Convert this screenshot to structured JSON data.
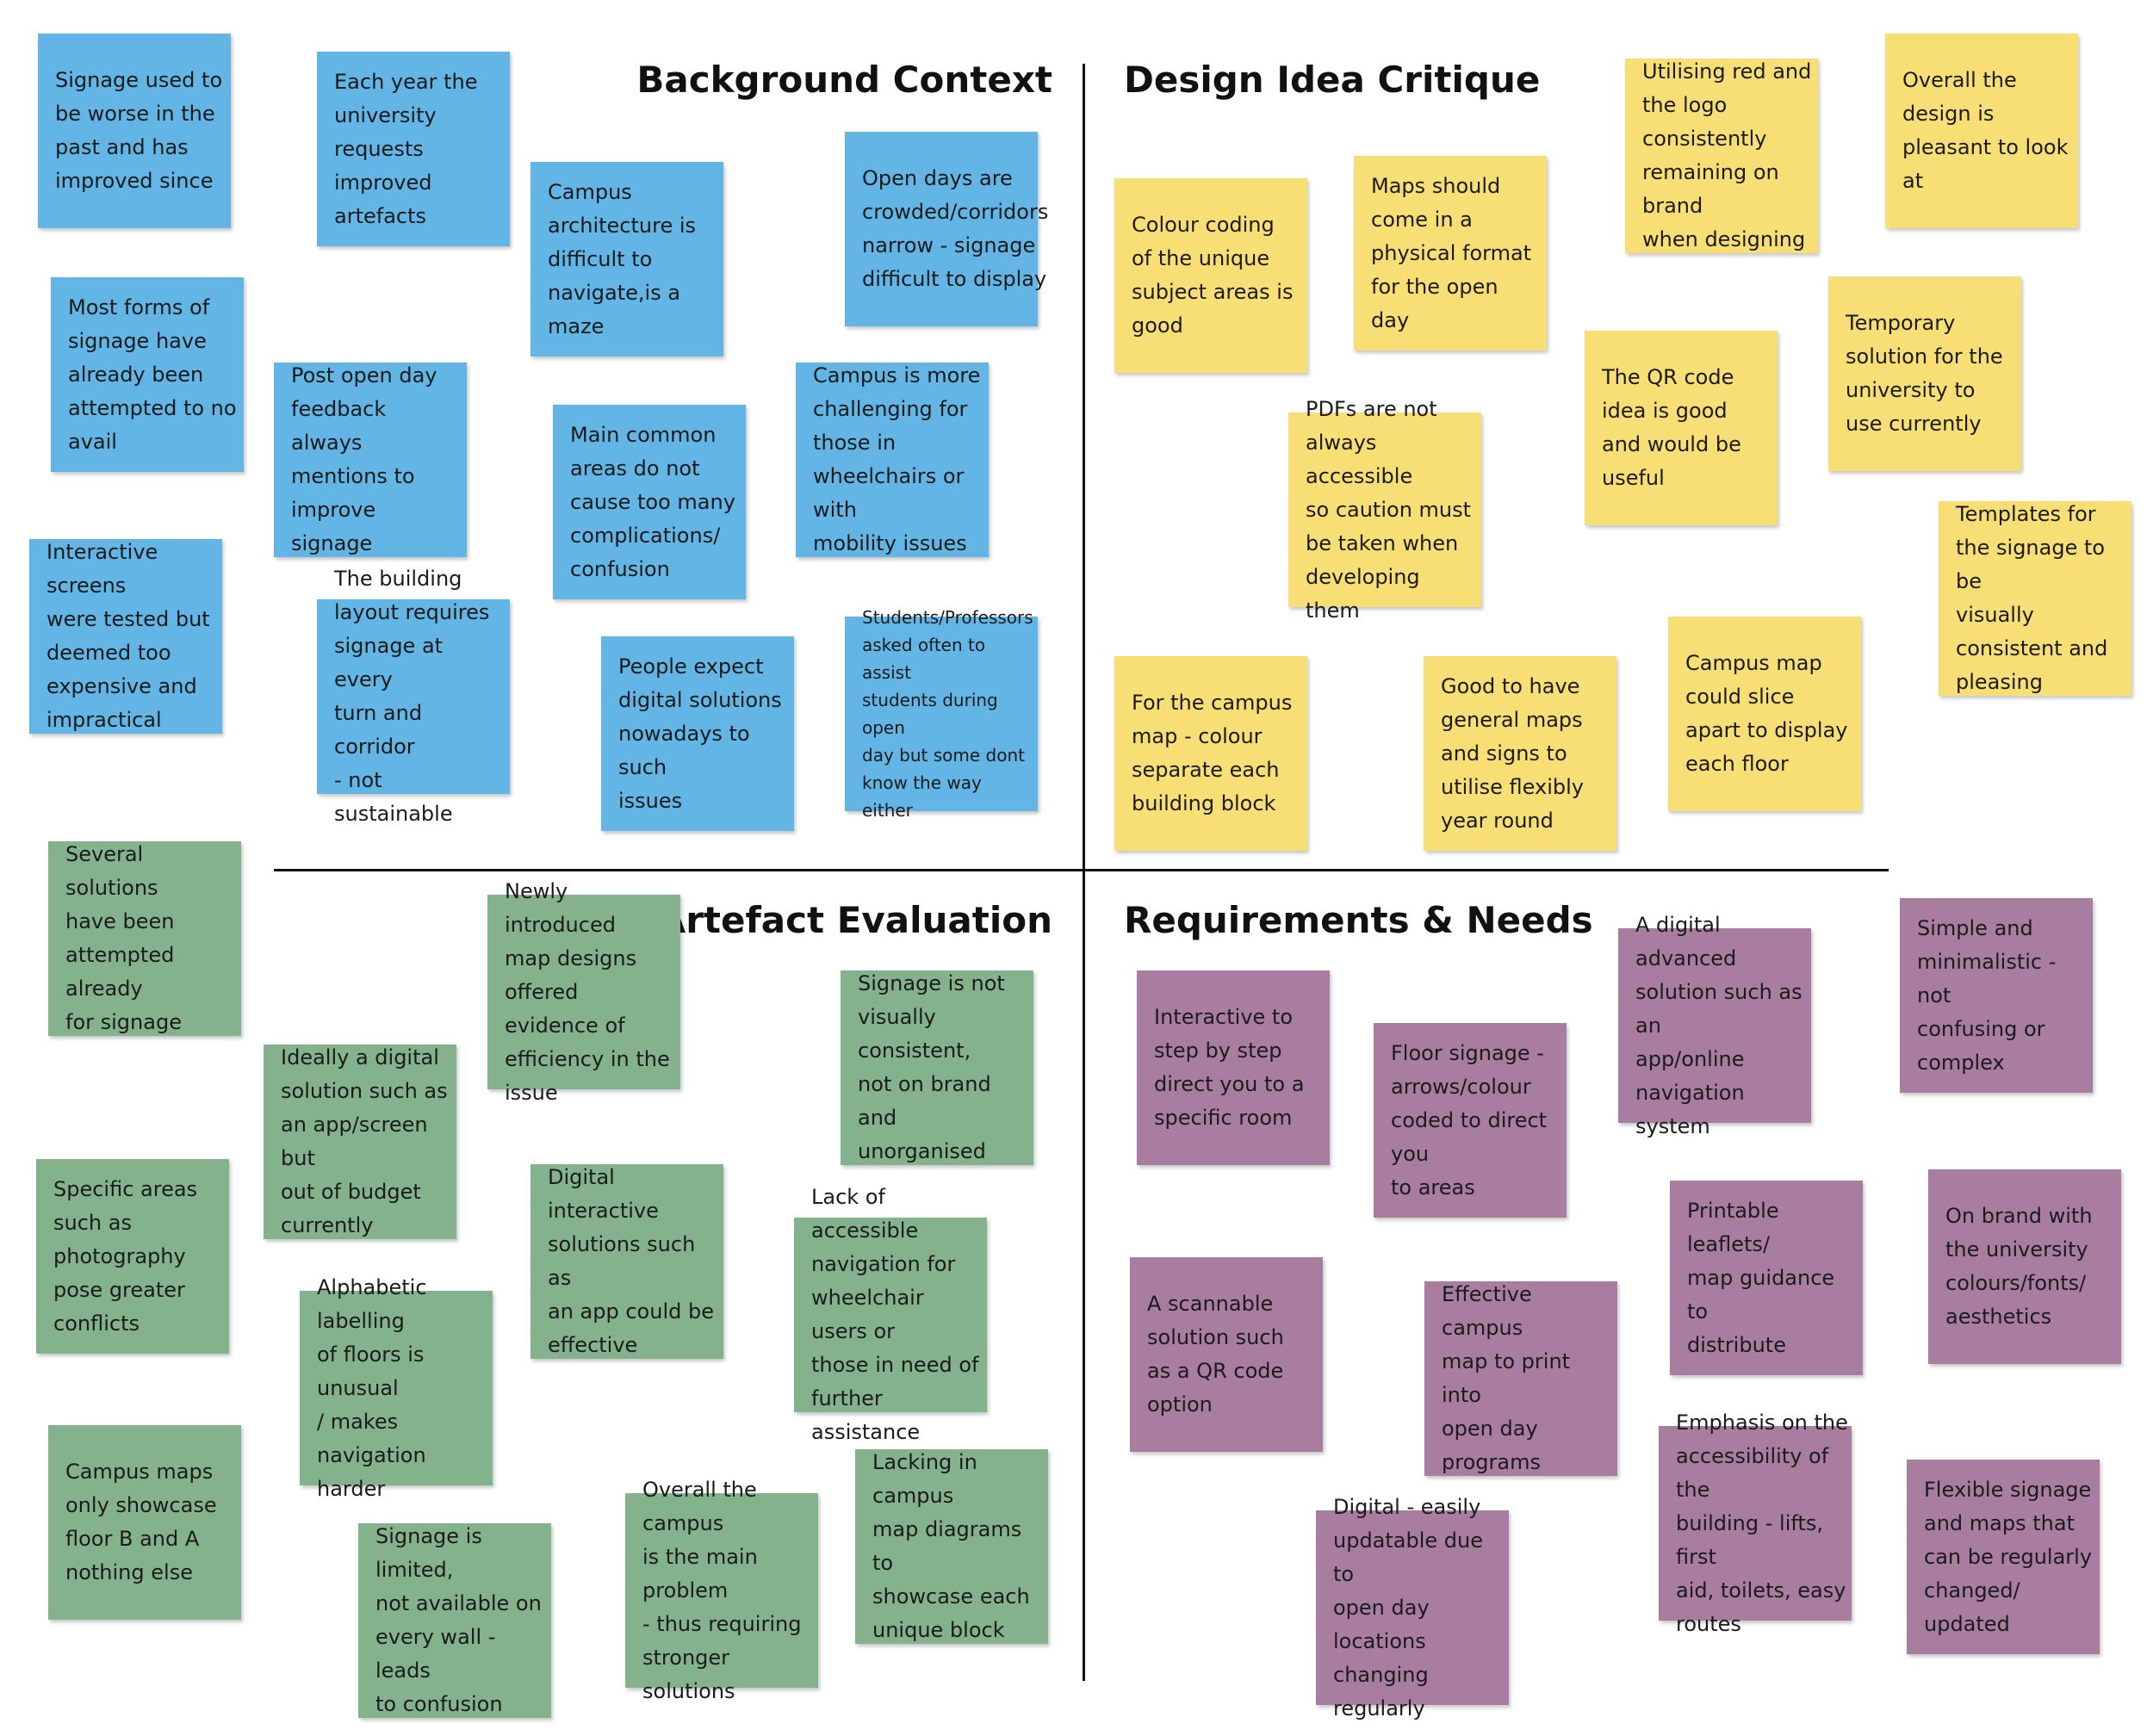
{
  "colors": {
    "background": "#ffffff",
    "divider": "#111111",
    "heading_text": "#111111",
    "note_blue": "#62b5e5",
    "note_yellow": "#f8df75",
    "note_green": "#84b28c",
    "note_purple": "#a87d9f"
  },
  "quadrants": {
    "background_context": {
      "title": "Background Context",
      "note_color": "blue",
      "notes": [
        "Signage used to\nbe worse in the\npast and has\nimproved since",
        "Each year the\nuniversity\nrequests\nimproved\nartefacts",
        "Campus\narchitecture is\ndifficult to\nnavigate,is a\nmaze",
        "Open days are\ncrowded/corridors\nnarrow - signage\ndifficult to display",
        "Most forms of\nsignage have\nalready been\nattempted to no\navail",
        "Post open day\nfeedback always\nmentions to\nimprove signage",
        "Main common\nareas do not\ncause too many\ncomplications/\nconfusion",
        "Campus is more\nchallenging for\nthose in\nwheelchairs or with\nmobility issues",
        "Interactive screens\nwere tested but\ndeemed too\nexpensive and\nimpractical",
        "The building\nlayout requires\nsignage at every\nturn and corridor\n- not sustainable",
        "People expect\ndigital solutions\nnowadays to such\nissues",
        "Students/Professors\nasked often to assist\nstudents during open\nday but some dont\nknow the way either"
      ]
    },
    "design_idea_critique": {
      "title": "Design Idea Critique",
      "note_color": "yellow",
      "notes": [
        "Colour coding\nof the unique\nsubject areas is\ngood",
        "Maps should\ncome in a\nphysical format\nfor the open\nday",
        "Utilising red and\nthe logo\nconsistently\nremaining on brand\nwhen designing",
        "Overall the\ndesign is\npleasant to look\nat",
        "The QR code\nidea is good\nand would be\nuseful",
        "Temporary\nsolution for the\nuniversity to\nuse currently",
        "PDFs are not\nalways accessible\nso caution must\nbe taken when\ndeveloping them",
        "Templates for\nthe signage to be\nvisually\nconsistent and\npleasing",
        "For the campus\nmap - colour\nseparate each\nbuilding block",
        "Good to have\ngeneral maps\nand signs to\nutilise flexibly\nyear round",
        "Campus map\ncould slice\napart to display\neach floor"
      ]
    },
    "artefact_evaluation": {
      "title": "Artefact Evaluation",
      "note_color": "green",
      "notes": [
        "Several solutions\nhave been\nattempted already\nfor signage",
        "Newly introduced\nmap designs\noffered evidence of\nefficiency in the\nissue",
        "Signage is not\nvisually consistent,\nnot on brand and\nunorganised",
        "Ideally a digital\nsolution such as\nan app/screen but\nout of budget\ncurrently",
        "Specific areas\nsuch as\nphotography\npose greater\nconflicts",
        "Digital interactive\nsolutions such as\nan app could be\neffective",
        "Lack of accessible\nnavigation for\nwheelchair users or\nthose in need of\nfurther assistance",
        "Alphabetic labelling\nof floors is unusual\n/ makes navigation\nharder",
        "Campus maps\nonly showcase\nfloor B and A\nnothing else",
        "Lacking in campus\nmap diagrams to\nshowcase each\nunique block",
        "Overall the campus\nis the main problem\n- thus requiring\nstronger solutions",
        "Signage is limited,\nnot available on\nevery wall - leads\nto confusion"
      ]
    },
    "requirements_needs": {
      "title": "Requirements & Needs",
      "note_color": "purple",
      "notes": [
        "Interactive to\nstep by step\ndirect you to a\nspecific room",
        "A digital advanced\nsolution such as an\napp/online\nnavigation system",
        "Simple and\nminimalistic - not\nconfusing or\ncomplex",
        "Floor signage -\narrows/colour\ncoded to direct you\nto areas",
        "Printable leaflets/\nmap guidance to\ndistribute",
        "On brand with\nthe university\ncolours/fonts/\naesthetics",
        "A scannable\nsolution such\nas  a QR code\noption",
        "Effective campus\nmap to print into\nopen day\nprograms",
        "Emphasis on the\naccessibility of the\nbuilding - lifts, first\naid, toilets, easy\nroutes",
        "Flexible signage\nand maps that\ncan be regularly\nchanged/\nupdated",
        "Digital - easily\nupdatable due to\nopen day locations\nchanging regularly"
      ]
    }
  }
}
